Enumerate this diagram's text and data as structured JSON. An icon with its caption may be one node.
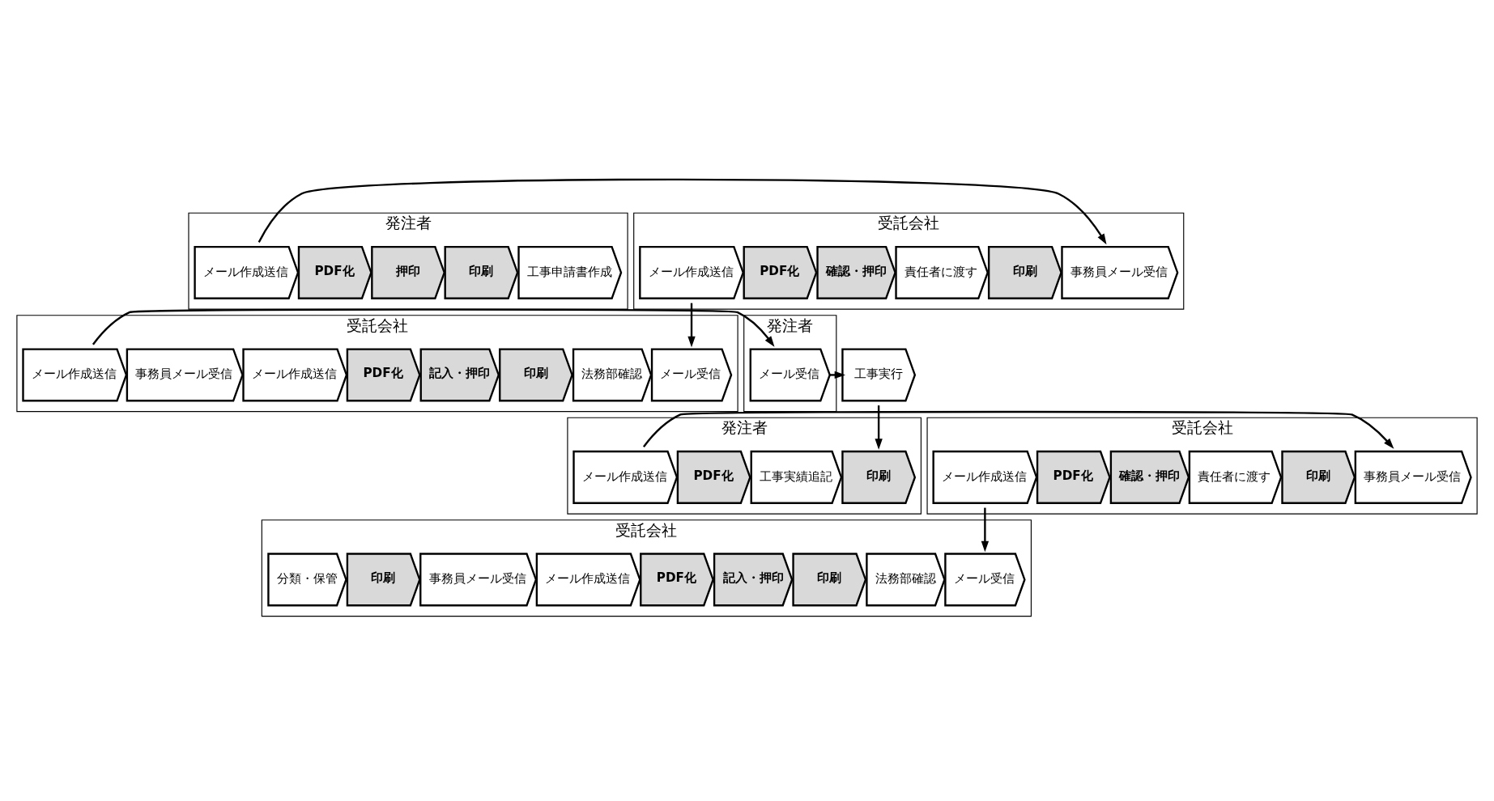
{
  "diagram": {
    "nodes": [
      {
        "text": [
          "発注者"
        ]
      },
      {
        "text": [
          "工事申請書作成"
        ],
        "in": 0
      },
      {
        "text": [
          "印刷"
        ],
        "in": 0
      },
      {
        "text": [
          "押印"
        ],
        "in": 0
      },
      {
        "text": [
          "PDF化"
        ],
        "in": 0
      },
      {
        "text": [
          "メール作成送信"
        ],
        "in": 0
      },
      {
        "text": [
          "受託会社"
        ]
      },
      {
        "text": [
          "事務員メール受信"
        ],
        "in": 6
      },
      {
        "text": [
          "印刷"
        ],
        "in": 6
      },
      {
        "text": [
          "責任者に渡す"
        ],
        "in": 6
      },
      {
        "text": [
          "確認・押印"
        ],
        "in": 6
      },
      {
        "text": [
          "PDF化"
        ],
        "in": 6
      },
      {
        "text": [
          "メール作成送信"
        ],
        "in": 6
      },
      {
        "text": [
          "受託会社"
        ]
      },
      {
        "text": [
          "メール受信"
        ],
        "in": 13
      },
      {
        "text": [
          "法務部確認"
        ],
        "in": 13
      },
      {
        "text": [
          "印刷"
        ],
        "in": 13
      },
      {
        "text": [
          "記入・押印"
        ],
        "in": 13
      },
      {
        "text": [
          "PDF化"
        ],
        "in": 13
      },
      {
        "text": [
          "メール作成送信"
        ],
        "in": 13
      },
      {
        "text": [
          "事務員メール受信"
        ],
        "in": 13
      },
      {
        "text": [
          "メール作成送信"
        ],
        "in": 13
      },
      {
        "text": [
          "発注者"
        ]
      },
      {
        "text": [
          "メール受信"
        ],
        "in": 22
      },
      {
        "text": [
          "工事実行"
        ]
      },
      {
        "text": [
          "発注者"
        ]
      },
      {
        "text": [
          "印刷"
        ],
        "in": 25
      },
      {
        "text": [
          "工事実績追記"
        ],
        "in": 25
      },
      {
        "text": [
          "PDF化"
        ],
        "in": 25
      },
      {
        "text": [
          "メール作成送信"
        ],
        "in": 25
      },
      {
        "text": [
          "受託会社"
        ]
      },
      {
        "text": [
          "事務員メール受信"
        ],
        "in": 30
      },
      {
        "text": [
          "印刷"
        ],
        "in": 30
      },
      {
        "text": [
          "責任者に渡す"
        ],
        "in": 30
      },
      {
        "text": [
          "確認・押印"
        ],
        "in": 30
      },
      {
        "text": [
          "PDF化"
        ],
        "in": 30
      },
      {
        "text": [
          "メール作成送信"
        ],
        "in": 30
      },
      {
        "text": [
          "受託会社"
        ]
      },
      {
        "text": [
          "メール受信"
        ],
        "in": 37
      },
      {
        "text": [
          "法務部確認"
        ],
        "in": 37
      },
      {
        "text": [
          "印刷"
        ],
        "in": 37
      },
      {
        "text": [
          "記入・押印"
        ],
        "in": 37
      },
      {
        "text": [
          "PDF化"
        ],
        "in": 37
      },
      {
        "text": [
          "メール作成送信"
        ],
        "in": 37
      },
      {
        "text": [
          "事務員メール受信"
        ],
        "in": 37
      },
      {
        "text": [
          "印刷"
        ],
        "in": 37
      },
      {
        "text": [
          "分類・保管"
        ],
        "in": 37
      }
    ],
    "edges": [
      {
        "from": 5,
        "to": 7,
        "arrow": "to"
      },
      {
        "from": 12,
        "to": 14,
        "arrow": "to"
      },
      {
        "from": 21,
        "to": 23,
        "arrow": "to"
      },
      {
        "from": 23,
        "to": 24,
        "arrow": "to"
      },
      {
        "from": 24,
        "to": 26,
        "arrow": "to"
      },
      {
        "from": 29,
        "to": 31,
        "arrow": "to"
      },
      {
        "from": 36,
        "to": 38,
        "arrow": "to"
      }
    ]
  }
}
